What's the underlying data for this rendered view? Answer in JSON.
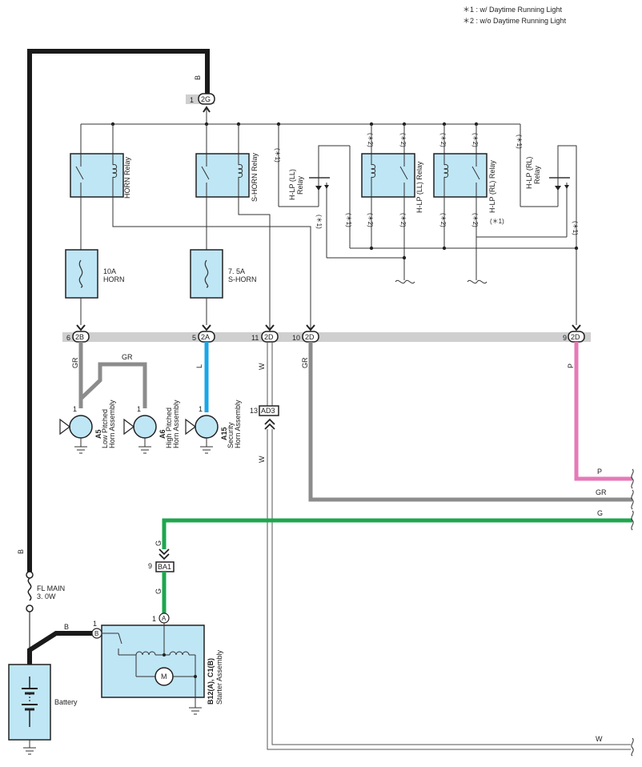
{
  "legend": {
    "note1": "＊1 : w/ Daytime Running Light",
    "note2": "＊2 : w/o Daytime Running Light"
  },
  "relays": {
    "horn": "HORN Relay",
    "shorn": "S-HORN Relay",
    "hlp_ll_a": "H-LP (LL)",
    "hlp_ll_b": "Relay",
    "hlp_ll_relay": "H-LP (LL) Relay",
    "hlp_rl_relay": "H-LP (RL) Relay",
    "hlp_rl_a": "H-LP (RL)",
    "hlp_rl_b": "Relay"
  },
  "fuses": {
    "horn_a": "10A",
    "horn_b": "HORN",
    "shorn_a": "7. 5A",
    "shorn_b": "S-HORN",
    "flmain_a": "FL MAIN",
    "flmain_b": "3. 0W"
  },
  "connectors": {
    "c2g": "2G",
    "c2g_pin": "1",
    "c2b": "2B",
    "c2b_pin": "6",
    "c2a": "2A",
    "c2a_pin": "5",
    "c2d1": "2D",
    "c2d1_pin": "11",
    "c2d2": "2D",
    "c2d2_pin": "10",
    "c2d3": "2D",
    "c2d3_pin": "9",
    "ad3": "AD3",
    "ad3_pin": "13",
    "ba1": "BA1",
    "ba1_pin": "9",
    "pin_a": "A",
    "pin_a_num": "1",
    "pin_b": "B",
    "pin_b_num": "1",
    "motor": "M"
  },
  "notes": {
    "n1": "(＊1)",
    "n2": "(＊2)"
  },
  "wires": {
    "b": "B",
    "gr": "GR",
    "l": "L",
    "w": "W",
    "p": "P",
    "g": "G"
  },
  "components": {
    "a5_id": "A5",
    "a5_name1": "Low Pitched",
    "a5_name2": "Horn Assembly",
    "a6_id": "A6",
    "a6_name1": "High Pitched",
    "a6_name2": "Horn Assembly",
    "a15_id": "A15",
    "a15_name1": "Security",
    "a15_name2": "Horn Assembly",
    "horn_pin": "1",
    "starter_id": "B12(A), C1(B)",
    "starter_name": "Starter Assembly",
    "battery": "Battery"
  },
  "colors": {
    "wire_b": "#1a1a1a",
    "wire_gr": "#8c8c8c",
    "wire_l": "#1aa6e6",
    "wire_p": "#e67ab8",
    "wire_g": "#1ea64e",
    "box_fill": "#bfe6f5",
    "conn_bar": "#cfcfcf"
  }
}
